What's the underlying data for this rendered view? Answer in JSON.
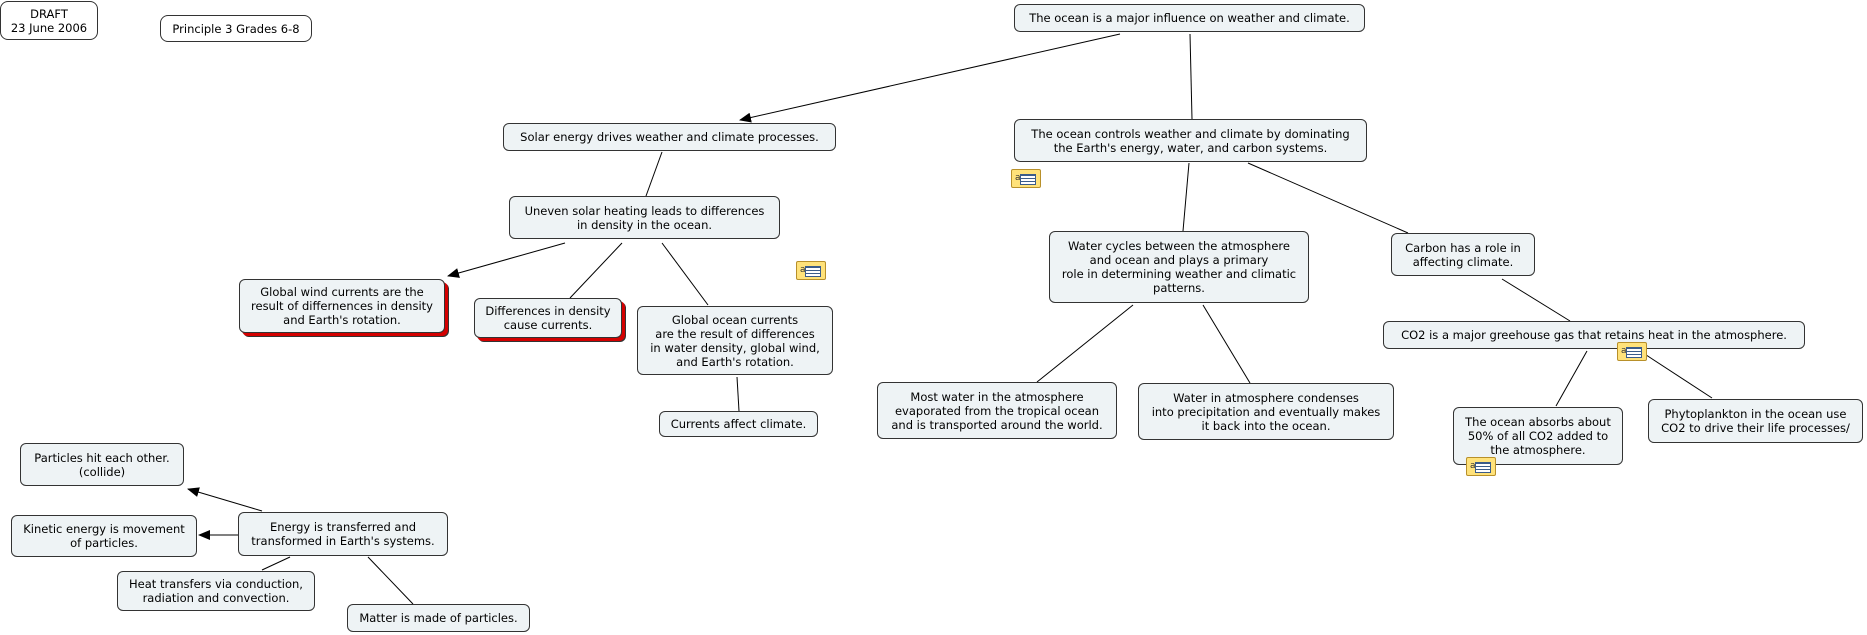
{
  "header": {
    "draft_lines": [
      "DRAFT",
      "23 June 2006"
    ],
    "principle": "Principle 3 Grades 6-8"
  },
  "nodes": {
    "ocean_major": [
      "The ocean is a major influence on weather and climate."
    ],
    "solar": [
      "Solar energy drives weather and climate processes."
    ],
    "ocean_controls": [
      "The ocean controls weather and climate by dominating",
      "the Earth's energy, water, and carbon systems."
    ],
    "uneven": [
      "Uneven solar heating leads to differences",
      "in density in the ocean."
    ],
    "wind": [
      "Global wind currents are the",
      "result of differnences in density",
      "and Earth's rotation."
    ],
    "density": [
      "Differences in density",
      "cause currents."
    ],
    "global_ocean": [
      "Global ocean currents",
      "are the result of differences",
      "in water density, global wind,",
      "and Earth's rotation."
    ],
    "currents_climate": [
      "Currents affect climate."
    ],
    "water_cycles": [
      "Water cycles between the atmosphere",
      "and ocean and plays a primary",
      "role in determining weather and climatic",
      "patterns."
    ],
    "carbon": [
      "Carbon has a role in",
      "affecting climate."
    ],
    "co2": [
      "CO2 is a major greehouse gas that retains heat in the atmosphere."
    ],
    "most_water": [
      "Most water in the atmosphere",
      "evaporated from the tropical ocean",
      "and is transported around the world."
    ],
    "condenses": [
      "Water in atmosphere condenses",
      "into precipitation and eventually makes",
      "it back into the ocean."
    ],
    "absorbs": [
      "The ocean absorbs about",
      "50% of all CO2 added to",
      "the atmosphere."
    ],
    "phyto": [
      "Phytoplankton in the ocean use",
      "CO2 to drive their life processes/"
    ],
    "particles_hit": [
      "Particles hit each other.",
      "(collide)"
    ],
    "kinetic": [
      "Kinetic energy is movement",
      "of particles."
    ],
    "energy": [
      "Energy is transferred and",
      "transformed in Earth's systems."
    ],
    "heat": [
      "Heat transfers via conduction,",
      "radiation and convection."
    ],
    "matter": [
      "Matter is made of particles."
    ]
  },
  "note_label": "a"
}
